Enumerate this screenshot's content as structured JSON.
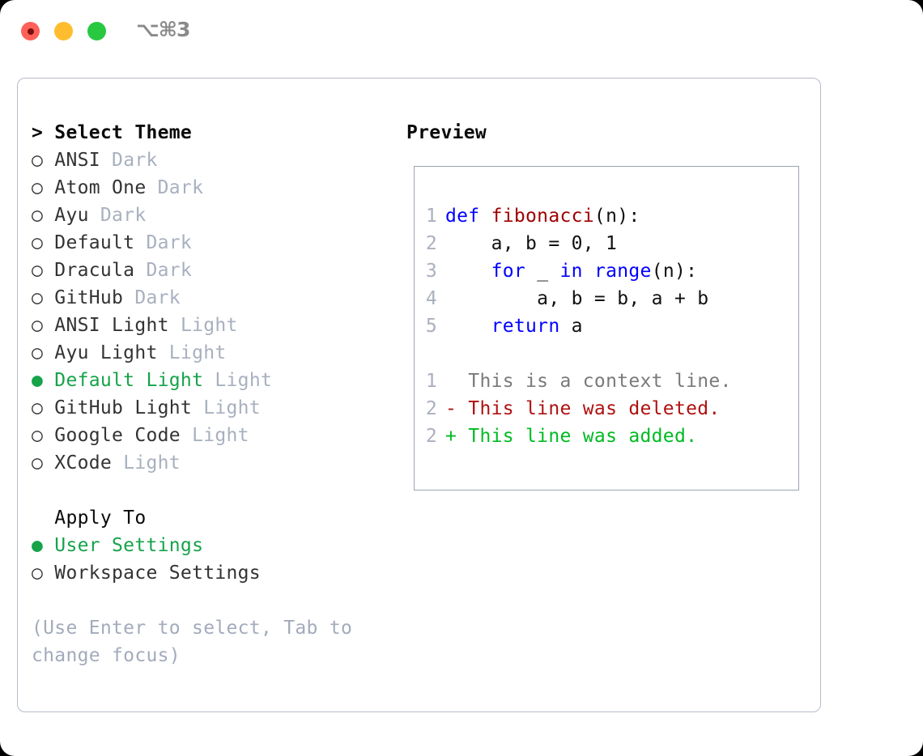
{
  "window": {
    "shortcut_label": "⌥⌘3",
    "traffic_lights": [
      {
        "name": "close",
        "color": "#ff6058"
      },
      {
        "name": "minimize",
        "color": "#ffbd2e"
      },
      {
        "name": "maximize",
        "color": "#28c840"
      }
    ]
  },
  "theme_picker": {
    "header": "> Select Theme",
    "bullet_selected": "●",
    "bullet_unselected": "○",
    "items": [
      {
        "bullet": "○",
        "name": "ANSI",
        "tag": "Dark",
        "selected": false
      },
      {
        "bullet": "○",
        "name": "Atom One",
        "tag": "Dark",
        "selected": false
      },
      {
        "bullet": "○",
        "name": "Ayu",
        "tag": "Dark",
        "selected": false
      },
      {
        "bullet": "○",
        "name": "Default",
        "tag": "Dark",
        "selected": false
      },
      {
        "bullet": "○",
        "name": "Dracula",
        "tag": "Dark",
        "selected": false
      },
      {
        "bullet": "○",
        "name": "GitHub",
        "tag": "Dark",
        "selected": false
      },
      {
        "bullet": "○",
        "name": "ANSI Light",
        "tag": "Light",
        "selected": false
      },
      {
        "bullet": "○",
        "name": "Ayu Light",
        "tag": "Light",
        "selected": false
      },
      {
        "bullet": "●",
        "name": "Default Light",
        "tag": "Light",
        "selected": true
      },
      {
        "bullet": "○",
        "name": "GitHub Light",
        "tag": "Light",
        "selected": false
      },
      {
        "bullet": "○",
        "name": "Google Code",
        "tag": "Light",
        "selected": false
      },
      {
        "bullet": "○",
        "name": "XCode",
        "tag": "Light",
        "selected": false
      }
    ]
  },
  "apply_to": {
    "header": "  Apply To",
    "items": [
      {
        "bullet": "●",
        "name": "User Settings",
        "selected": true
      },
      {
        "bullet": "○",
        "name": "Workspace Settings",
        "selected": false
      }
    ]
  },
  "hint": "(Use Enter to select, Tab to change focus)",
  "preview": {
    "title": "Preview",
    "code": [
      {
        "ln": "1",
        "tokens": [
          {
            "t": "def ",
            "c": "kw"
          },
          {
            "t": "fibonacci",
            "c": "fn"
          },
          {
            "t": "(n):",
            "c": "plain"
          }
        ]
      },
      {
        "ln": "2",
        "tokens": [
          {
            "t": "    a, b = 0, 1",
            "c": "plain"
          }
        ]
      },
      {
        "ln": "3",
        "tokens": [
          {
            "t": "    ",
            "c": "plain"
          },
          {
            "t": "for",
            "c": "kw"
          },
          {
            "t": " _ ",
            "c": "plain"
          },
          {
            "t": "in",
            "c": "kw"
          },
          {
            "t": " ",
            "c": "plain"
          },
          {
            "t": "range",
            "c": "kw"
          },
          {
            "t": "(n):",
            "c": "plain"
          }
        ]
      },
      {
        "ln": "4",
        "tokens": [
          {
            "t": "        a, b = b, a + b",
            "c": "plain"
          }
        ]
      },
      {
        "ln": "5",
        "tokens": [
          {
            "t": "    ",
            "c": "plain"
          },
          {
            "t": "return",
            "c": "kw"
          },
          {
            "t": " a",
            "c": "plain"
          }
        ]
      }
    ],
    "diff": [
      {
        "ln": "1",
        "marker": "  ",
        "text": "This is a context line.",
        "kind": "diff-ctx"
      },
      {
        "ln": "2",
        "marker": "- ",
        "text": "This line was deleted.",
        "kind": "diff-del"
      },
      {
        "ln": "2",
        "marker": "+ ",
        "text": "This line was added.",
        "kind": "diff-add"
      }
    ]
  },
  "colors": {
    "accent_green": "#16a34a",
    "muted": "#a8b0bf",
    "keyword_blue": "#0000ff",
    "function_red": "#a00000",
    "diff_added": "#00bb22",
    "diff_deleted": "#b01010",
    "panel_border": "#b6bcc9"
  }
}
